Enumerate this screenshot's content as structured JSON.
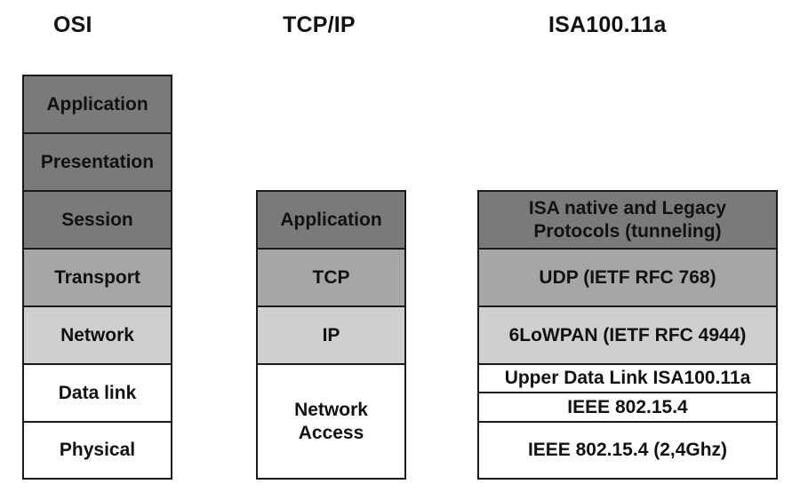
{
  "headers": {
    "osi": "OSI",
    "tcpip": "TCP/IP",
    "isa": "ISA100.11a"
  },
  "osi_layers": [
    "Application",
    "Presentation",
    "Session",
    "Transport",
    "Network",
    "Data link",
    "Physical"
  ],
  "tcpip_layers": [
    "Application",
    "TCP",
    "IP",
    "Network Access"
  ],
  "isa_layers": [
    "ISA native and Legacy Protocols (tunneling)",
    "UDP (IETF RFC 768)",
    "6LoWPAN (IETF RFC 4944)",
    "Upper Data Link ISA100.11a",
    "IEEE 802.15.4",
    "IEEE 802.15.4 (2,4Ghz)"
  ],
  "colors": {
    "dark": "#7a7a7a",
    "mid": "#a6a6a6",
    "light": "#cfcfcf",
    "white": "#ffffff",
    "border": "#1a1a1a"
  }
}
